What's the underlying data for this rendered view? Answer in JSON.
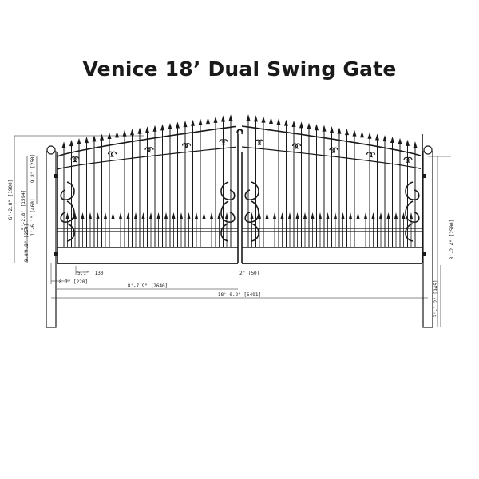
{
  "title": "Venice 18’ Dual Swing Gate",
  "dimensions": {
    "total_height": "6'-2.8\" [1900]",
    "frame_height": "5'-2.8\" [1594]",
    "arch_rise": "9.8\" [250]",
    "picket_height": "1'-6.1\" [460]",
    "lower_band": "9.8\" [250]",
    "bottom_gap": "9.8\"",
    "picket_spacing": "5.1\" [130]",
    "post_offset": "8.7\" [220]",
    "leaf_width": "8'-7.9\" [2640]",
    "center_gap": "2\" [50]",
    "overall_width": "18'-0.2\" [5491]",
    "post_height": "8'-2.4\" [2500]",
    "post_embed": "3'-1.2\" [945]"
  },
  "colors": {
    "line": "#1a1a1a",
    "background": "#ffffff"
  }
}
